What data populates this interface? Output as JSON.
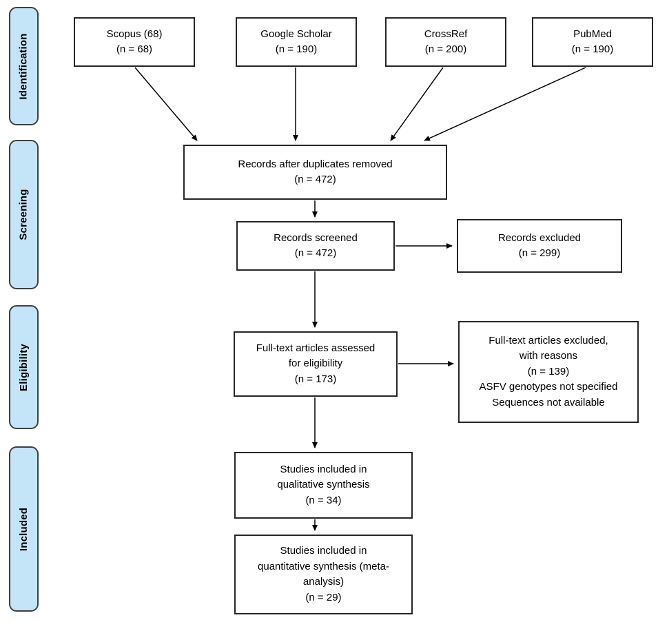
{
  "stages": [
    {
      "label": "Identification"
    },
    {
      "label": "Screening"
    },
    {
      "label": "Eligibility"
    },
    {
      "label": "Included"
    }
  ],
  "sources": [
    {
      "text": "Scopus (68)\n(n = 68)"
    },
    {
      "text": "Google Scholar\n(n = 190)"
    },
    {
      "text": "CrossRef\n(n = 200)"
    },
    {
      "text": "PubMed\n(n = 190)"
    }
  ],
  "boxes": {
    "duplicates_removed": {
      "text": "Records after duplicates removed\n(n = 472)"
    },
    "records_screened": {
      "text": "Records screened\n(n = 472)"
    },
    "records_excluded": {
      "text": "Records excluded\n(n = 299)"
    },
    "fulltext_assessed": {
      "text": "Full-text articles assessed\nfor eligibility\n(n = 173)"
    },
    "fulltext_excluded": {
      "text": "Full-text articles excluded,\nwith reasons\n(n = 139)\nASFV genotypes not specified\nSequences not available"
    },
    "qualitative_synthesis": {
      "text": "Studies included in\nqualitative synthesis\n(n = 34)"
    },
    "quantitative_synthesis": {
      "text": "Studies included in\nquantitative synthesis (meta-\nanalysis)\n(n = 29)"
    }
  },
  "colors": {
    "stage_fill": "#C4E5F7",
    "stage_border": "#3F3F3F",
    "box_border": "#262626",
    "arrow": "#000000",
    "background": "#FFFFFF"
  }
}
